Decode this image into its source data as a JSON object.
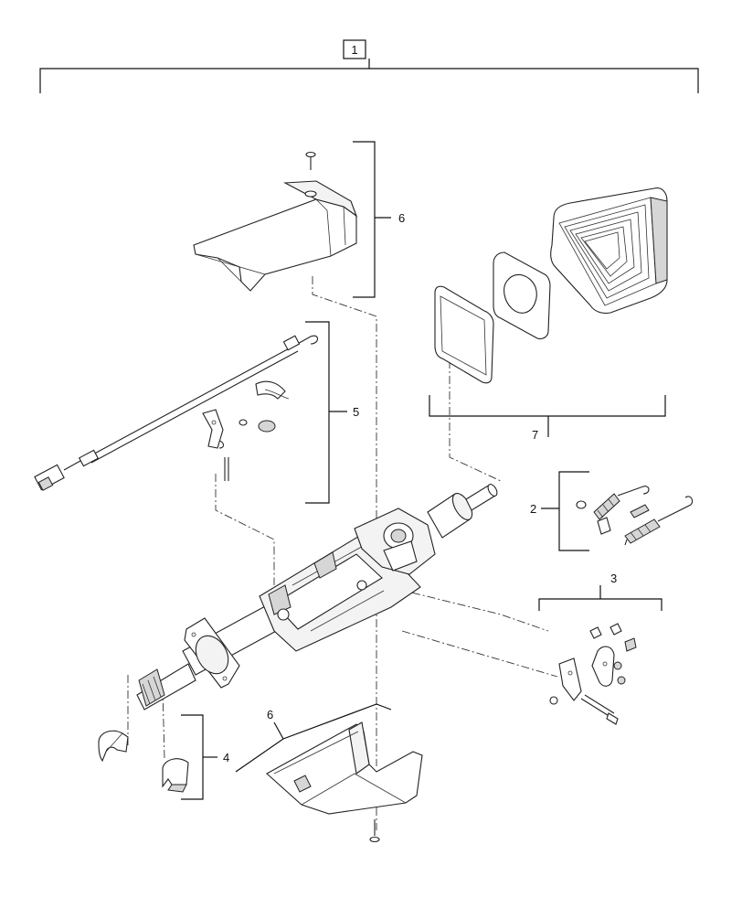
{
  "callouts": {
    "assembly": "1",
    "spring_kit": "2",
    "lock_kit": "3",
    "clamp": "4",
    "cable_kit": "5",
    "upper_cover": "6",
    "lower_cover": "6",
    "boot_kit": "7"
  }
}
